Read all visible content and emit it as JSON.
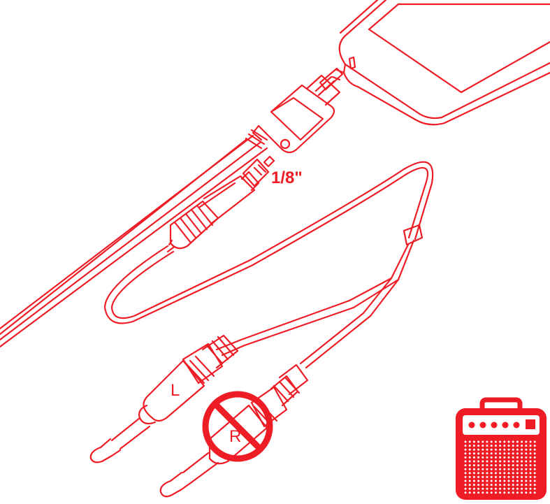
{
  "diagram": {
    "accent_color": "#ee1c25",
    "labels": {
      "connector_size": "1/8\"",
      "left_plug": "L",
      "right_plug": "R"
    },
    "icons": {
      "prohibited": "no-symbol-icon",
      "amplifier": "guitar-amp-icon"
    }
  }
}
